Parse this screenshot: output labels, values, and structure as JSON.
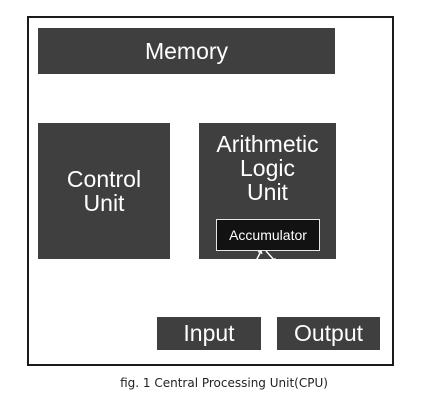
{
  "diagram": {
    "memory_label": "Memory",
    "control_unit_label": "Control\nUnit",
    "alu_label": "Arithmetic\nLogic\nUnit",
    "accumulator_label": "Accumulator",
    "input_label": "Input",
    "output_label": "Output"
  },
  "caption": "fig. 1 Central Processing Unit(CPU)",
  "colors": {
    "block": "#3f3f3f",
    "accumulator": "#121212",
    "frame_border": "#1a1a1a",
    "text_on_block": "#ffffff"
  }
}
